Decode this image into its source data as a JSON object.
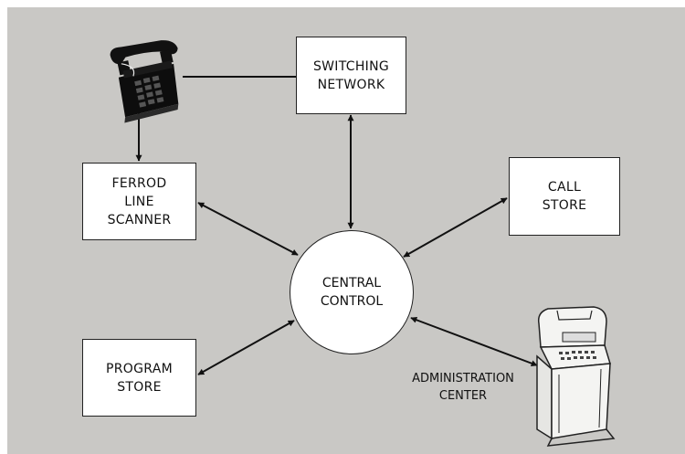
{
  "nodes": {
    "switching_network": "SWITCHING\nNETWORK",
    "ferrod_line_scanner": "FERROD\nLINE\nSCANNER",
    "call_store": "CALL\nSTORE",
    "central_control": "CENTRAL\nCONTROL",
    "program_store": "PROGRAM\nSTORE",
    "administration_center": "ADMINISTRATION\nCENTER"
  },
  "edges": [
    {
      "from": "telephone",
      "to": "switching_network",
      "arrows": "none"
    },
    {
      "from": "telephone",
      "to": "ferrod_line_scanner",
      "arrows": "end"
    },
    {
      "from": "switching_network",
      "to": "central_control",
      "arrows": "both"
    },
    {
      "from": "ferrod_line_scanner",
      "to": "central_control",
      "arrows": "both"
    },
    {
      "from": "call_store",
      "to": "central_control",
      "arrows": "both"
    },
    {
      "from": "program_store",
      "to": "central_control",
      "arrows": "both"
    },
    {
      "from": "administration_center",
      "to": "central_control",
      "arrows": "both"
    }
  ],
  "icons": {
    "telephone": "telephone-icon",
    "terminal": "teletypewriter-terminal-icon"
  },
  "colors": {
    "background": "#c9c8c5",
    "box_fill": "#ffffff",
    "line": "#111111"
  }
}
